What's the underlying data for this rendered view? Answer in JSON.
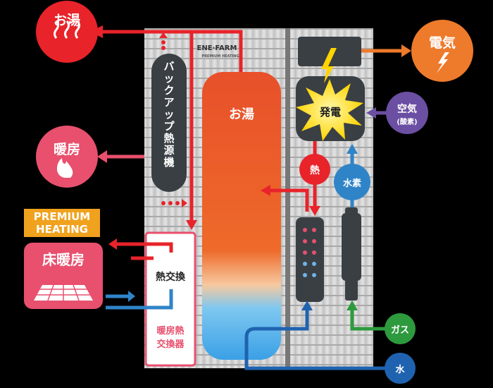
{
  "outputs": {
    "hot_water": "お湯",
    "heating": "暖房",
    "electricity": "電気"
  },
  "inputs": {
    "air": "空気",
    "air_sub": "(酸素)",
    "gas": "ガス",
    "water": "水"
  },
  "unit": {
    "logo": "ENE·FARM",
    "logo_sub": "PREMIUM HEATING",
    "backup_heater": "バックアップ熱源機",
    "tank_label": "お湯",
    "generation": "発電",
    "heat": "熱",
    "hydrogen": "水素",
    "heat_exchanger": "熱交換",
    "heating_exchanger_line1": "暖房熱",
    "heating_exchanger_line2": "交換器"
  },
  "premium_badge": {
    "line1": "PREMIUM",
    "line2": "HEATING"
  },
  "floor_heating": "床暖房",
  "colors": {
    "hot_water_circle": "#e8232a",
    "heating_circle": "#e8506e",
    "electricity_circle": "#ee7a2b",
    "air_circle": "#6b4fa3",
    "gas_circle": "#2e9a3e",
    "water_circle": "#1f63b0",
    "heat_circle": "#e8232a",
    "hydrogen_circle": "#2f84c8",
    "badge": "#f0a21e",
    "floor_panel": "#e8506e",
    "tank_top": "#ee5a2a",
    "tank_bottom": "#3aa8e8"
  }
}
